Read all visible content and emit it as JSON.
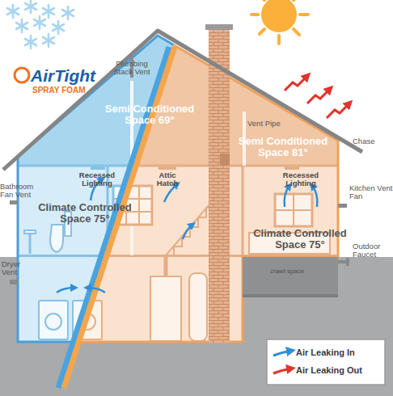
{
  "diagram": {
    "labels": [
      "AirTight",
      "SPRAY FOAM",
      "Plumbing Stack Vent",
      "Semi Conditioned Space 69°",
      "Vent Pipe",
      "Semi Conditioned Space 81°",
      "Chase",
      "Recessed Lighting",
      "Attic Hatch",
      "Recessed Lighting",
      "Bathroom Fan Vent",
      "Kitchen Vent Fan",
      "Climate Controlled Space 75°",
      "Climate Controlled Space 75°",
      "Dryer Vent",
      "Outdoor Faucet",
      "crawl space"
    ],
    "legend": [
      {
        "text": "Air Leaking In"
      },
      {
        "text": "Air Leaking Out"
      }
    ]
  }
}
